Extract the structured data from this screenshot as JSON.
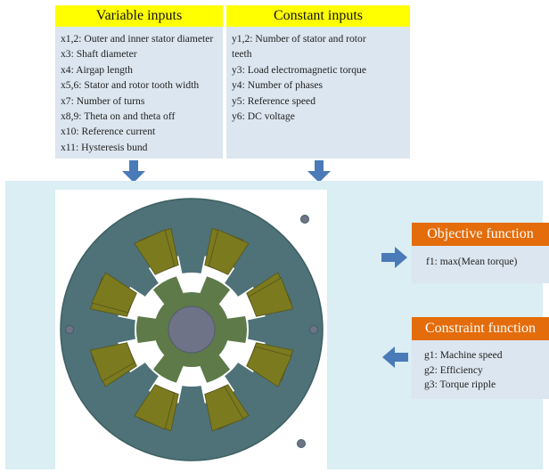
{
  "variable_inputs": {
    "title": "Variable inputs",
    "items": [
      "x1,2: Outer and inner stator diameter",
      "x3: Shaft diameter",
      "x4: Airgap length",
      "x5,6: Stator and rotor tooth width",
      "x7: Number of turns",
      "x8,9: Theta on and theta off",
      "x10: Reference current",
      "x11: Hysteresis bund"
    ]
  },
  "constant_inputs": {
    "title": "Constant inputs",
    "items": [
      "y1,2: Number of stator and rotor",
      "teeth",
      "y3: Load electromagnetic torque",
      "y4: Number of phases",
      "y5: Reference speed",
      "y6: DC voltage"
    ]
  },
  "objective_function": {
    "title": "Objective function",
    "items": [
      "f1: max(Mean torque)"
    ]
  },
  "constraint_function": {
    "title": "Constraint function",
    "items": [
      "g1: Machine speed",
      "g2: Efficiency",
      "g3: Torque ripple"
    ]
  },
  "colors": {
    "header_yellow": "#ffff00",
    "header_orange": "#e46c0a",
    "box_fill": "#dce6f0",
    "arrow_blue": "#4a7ab8",
    "stator_fill": "#4e7277",
    "winding_fill": "#7b7a1e",
    "rotor_fill": "#5d7a48",
    "shaft_fill": "#6f7388"
  }
}
